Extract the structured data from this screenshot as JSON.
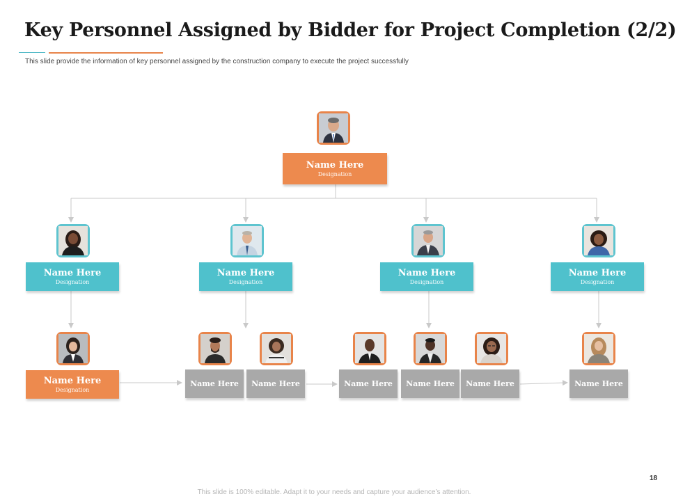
{
  "slide": {
    "title": "Key Personnel Assigned by Bidder for Project Completion (2/2)",
    "subtitle": "This slide provide the information of key personnel assigned by the construction company to execute the project successfully",
    "footer": "This slide is 100% editable. Adapt it to your needs and capture your audience’s attention.",
    "page_number": "18"
  },
  "colors": {
    "orange": "#ed8a4e",
    "teal": "#4fc1cc",
    "gray": "#a9a9a9",
    "connector": "#c9c9c9"
  },
  "org": {
    "top": {
      "name": "Name Here",
      "designation": "Designation",
      "photo_icon": "man-suit-avatar-icon"
    },
    "managers": [
      {
        "name": "Name Here",
        "designation": "Designation",
        "photo_icon": "woman-avatar-icon"
      },
      {
        "name": "Name Here",
        "designation": "Designation",
        "photo_icon": "man-avatar-icon"
      },
      {
        "name": "Name Here",
        "designation": "Designation",
        "photo_icon": "man-suit-avatar-icon"
      },
      {
        "name": "Name Here",
        "designation": "Designation",
        "photo_icon": "woman-avatar-icon"
      }
    ],
    "lead": {
      "name": "Name Here",
      "designation": "Designation",
      "photo_icon": "woman-avatar-icon"
    },
    "members": [
      {
        "name": "Name Here",
        "photo_icon": "man-avatar-icon"
      },
      {
        "name": "Name Here",
        "photo_icon": "woman-avatar-icon"
      },
      {
        "name": "Name Here",
        "photo_icon": "man-suit-avatar-icon"
      },
      {
        "name": "Name Here",
        "photo_icon": "man-avatar-icon"
      },
      {
        "name": "Name Here",
        "photo_icon": "woman-avatar-icon"
      },
      {
        "name": "Name Here",
        "photo_icon": "woman-avatar-icon"
      }
    ]
  }
}
